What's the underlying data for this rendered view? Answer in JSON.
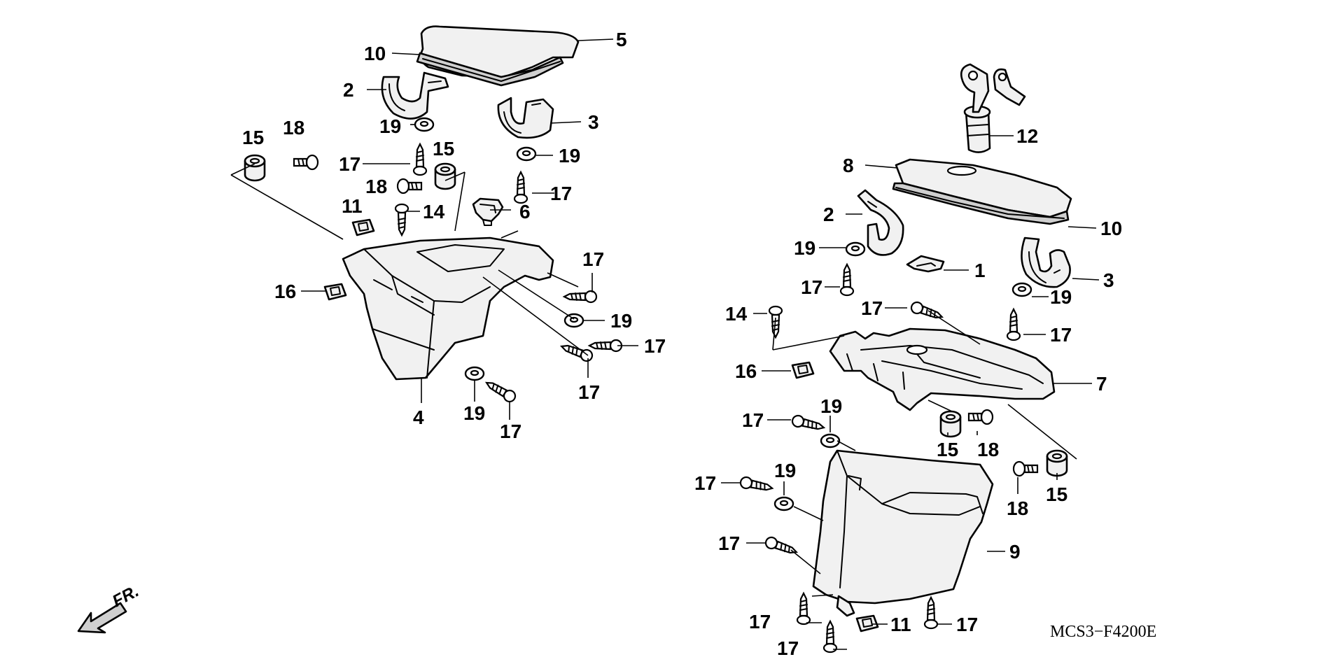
{
  "diagram": {
    "code": "MCS3−F4200E",
    "direction_label": "FR.",
    "callouts_left": [
      "5",
      "10",
      "2",
      "3",
      "19",
      "15",
      "18",
      "17",
      "15",
      "18",
      "19",
      "17",
      "11",
      "14",
      "6",
      "16",
      "17",
      "19",
      "17",
      "4",
      "19",
      "17",
      "17"
    ],
    "callouts_right": [
      "12",
      "8",
      "2",
      "10",
      "19",
      "1",
      "3",
      "17",
      "19",
      "17",
      "14",
      "17",
      "16",
      "7",
      "17",
      "19",
      "15",
      "18",
      "17",
      "19",
      "18",
      "15",
      "9",
      "17",
      "17",
      "11",
      "17",
      "17"
    ]
  }
}
